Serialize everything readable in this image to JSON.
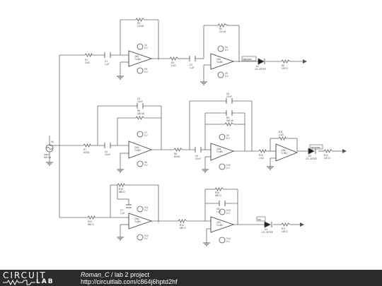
{
  "components": {
    "source": {
      "id": "V6",
      "type": "none",
      "value": "600 Hz"
    },
    "stage1": {
      "R1": {
        "id": "R1",
        "value": "2 kΩ"
      },
      "C1": {
        "id": "C1",
        "value": "1 μF"
      },
      "R2": {
        "id": "R2",
        "value": "2.8 kΩ"
      },
      "OA1": {
        "id": "OA1",
        "model": "TL081"
      },
      "Rfb2": {
        "id": "R3",
        "value": "2 kΩ"
      },
      "C2": {
        "id": "C2",
        "value": "1 μF"
      },
      "R4": {
        "id": "R4",
        "value": "2.6 kΩ"
      },
      "OA2": {
        "id": "OA2",
        "model": "TL081"
      },
      "V2": {
        "id": "V2",
        "value": "5 V"
      },
      "V3": {
        "id": "V3",
        "value": "5 V"
      },
      "V4": {
        "id": "V4",
        "value": "5 V"
      },
      "V5": {
        "id": "V5",
        "value": "5 V"
      },
      "tag": "highpass",
      "D1": {
        "id": "D1",
        "model": "LTL-307EE"
      },
      "R5": {
        "id": "R5",
        "value": "100 Ω"
      }
    },
    "stage2": {
      "C3": {
        "id": "C3",
        "value": "15 nF"
      },
      "R6": {
        "id": "R6",
        "value": "180 kΩ"
      },
      "R7": {
        "id": "R7",
        "value": "80 kΩ"
      },
      "C4": {
        "id": "C4",
        "value": "15 nF"
      },
      "OA3": {
        "id": "OA3",
        "model": "TL081"
      },
      "R8": {
        "id": "R8",
        "value": "80 kΩ"
      },
      "C5": {
        "id": "C5",
        "value": "15 nF"
      },
      "C6": {
        "id": "C6",
        "value": "15 nF"
      },
      "R9": {
        "id": "R9",
        "value": "300 kΩ"
      },
      "OA4": {
        "id": "OA4",
        "model": "TL081"
      },
      "R10": {
        "id": "R10",
        "value": "1 kΩ"
      },
      "R11": {
        "id": "R11",
        "value": "1 kΩ"
      },
      "OA5": {
        "id": "OA5",
        "model": "TL081"
      },
      "V7": {
        "id": "V7",
        "value": "5 V"
      },
      "V8": {
        "id": "V8",
        "value": "5 V"
      },
      "V9": {
        "id": "V9",
        "value": "5 V"
      },
      "V10": {
        "id": "V10",
        "value": "5 V"
      },
      "tag": "bandpass",
      "D2": {
        "id": "D2",
        "model": "LTL-307EE"
      },
      "R12": {
        "id": "R12",
        "value": "100 Ω"
      }
    },
    "stage3": {
      "R13": {
        "id": "R13",
        "value": "680 Ω"
      },
      "C7": {
        "id": "C7",
        "value": "1 μF"
      },
      "R14": {
        "id": "R14",
        "value": "680 Ω"
      },
      "OA6": {
        "id": "OA6",
        "model": "TL081"
      },
      "R15": {
        "id": "R15",
        "value": "680 Ω"
      },
      "R16": {
        "id": "R16",
        "value": "680 Ω"
      },
      "C8": {
        "id": "C8",
        "value": "1 μF"
      },
      "OA7": {
        "id": "OA7",
        "model": "TL081"
      },
      "V11": {
        "id": "V11",
        "value": "5 V"
      },
      "V12": {
        "id": "V12",
        "value": "5 V"
      },
      "V13": {
        "id": "V13",
        "value": "5 V"
      },
      "V14": {
        "id": "V14",
        "value": "5 V"
      },
      "tag": "low",
      "D3": {
        "id": "D3",
        "model": "LTL-307EE"
      },
      "R17": {
        "id": "R17",
        "value": "100 Ω"
      }
    }
  },
  "footer": {
    "logo_top": "CIRCUIT",
    "logo_bottom": "LAB",
    "author": "Roman_C",
    "separator": " / ",
    "project": "lab 2 project",
    "url": "http://circuitlab.com/c864j6hptd2hf"
  },
  "colors": {
    "wire": "#555555",
    "footer_bg": "#2b2b2b",
    "text": "#333333"
  }
}
